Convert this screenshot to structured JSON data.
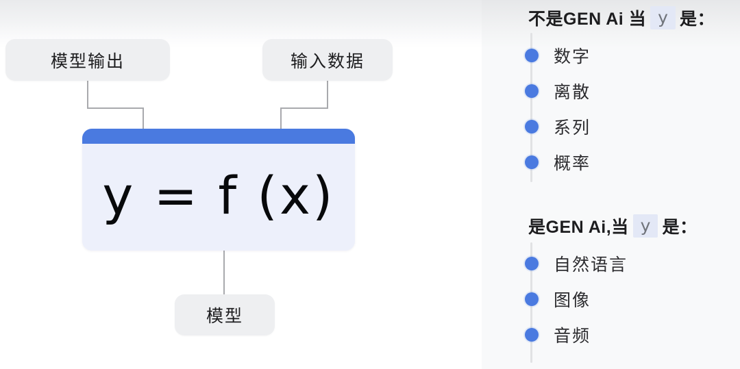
{
  "colors": {
    "accent_blue": "#4a7ae0",
    "card_body": "#edf0fb",
    "chip_gray": "#eeeff1",
    "panel_bg": "#f8f9fa",
    "highlight_bg": "#e3e8f6",
    "connector_gray": "#a8a9ad"
  },
  "diagram": {
    "label_output": "模型输出",
    "label_input": "输入数据",
    "label_model": "模型",
    "formula": "y = f (x)"
  },
  "panel": {
    "sections": [
      {
        "title_before": "不是GEN Ai 当",
        "title_highlight": "y",
        "title_after": "是：",
        "items": [
          {
            "label": "数字"
          },
          {
            "label": "离散"
          },
          {
            "label": "系列"
          },
          {
            "label": "概率"
          }
        ]
      },
      {
        "title_before": "是GEN Ai,当",
        "title_highlight": "y",
        "title_after": "是：",
        "items": [
          {
            "label": "自然语言"
          },
          {
            "label": "图像"
          },
          {
            "label": "音频"
          }
        ]
      }
    ]
  }
}
